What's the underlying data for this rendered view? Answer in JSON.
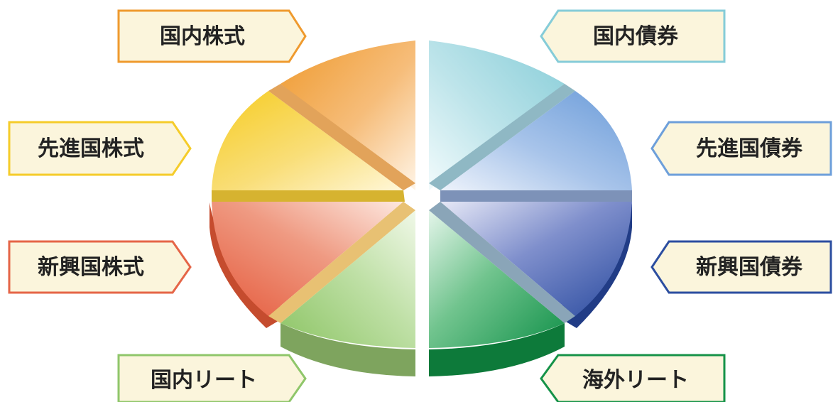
{
  "diagram": {
    "segments": [
      {
        "id": "domestic_stocks",
        "label": "国内株式",
        "color": "#ef9a2e"
      },
      {
        "id": "developed_stocks",
        "label": "先進国株式",
        "color": "#f5cc2a"
      },
      {
        "id": "emerging_stocks",
        "label": "新興国株式",
        "color": "#e56547"
      },
      {
        "id": "domestic_reit",
        "label": "国内リート",
        "color": "#8fc66a"
      },
      {
        "id": "domestic_bonds",
        "label": "国内債券",
        "color": "#85ccd8"
      },
      {
        "id": "developed_bonds",
        "label": "先進国債券",
        "color": "#6d9fda"
      },
      {
        "id": "emerging_bonds",
        "label": "新興国債券",
        "color": "#2c4ea0"
      },
      {
        "id": "foreign_reit",
        "label": "海外リート",
        "color": "#159248"
      }
    ]
  }
}
